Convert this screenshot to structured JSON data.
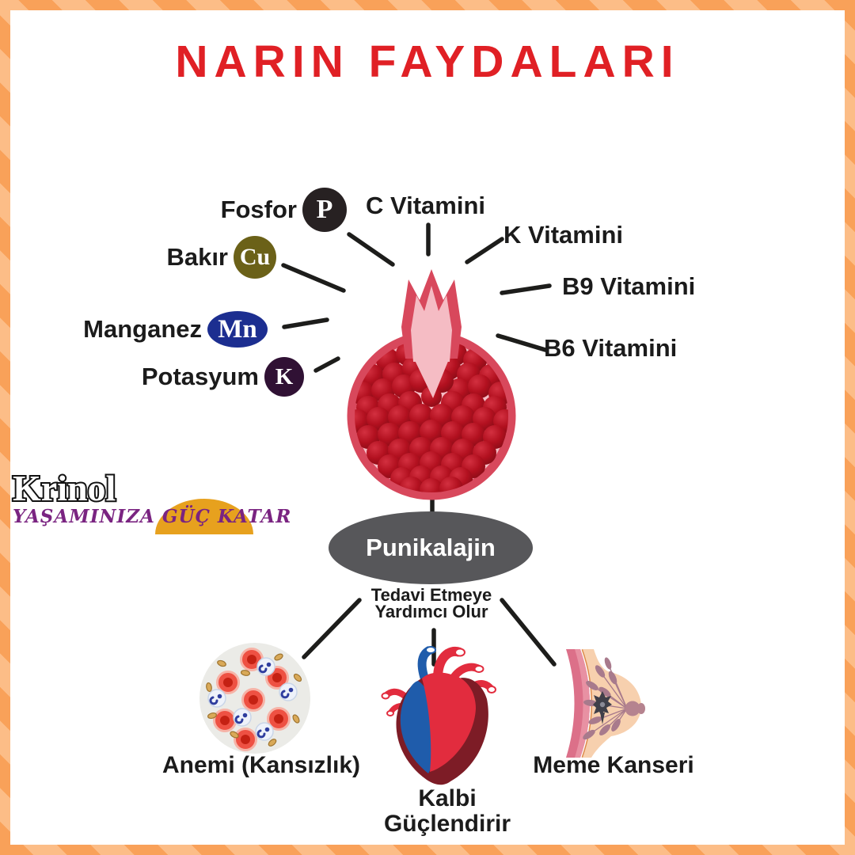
{
  "title": {
    "text": "NARIN FAYDALARI",
    "color": "#e02025"
  },
  "brand": {
    "name": "Krinol",
    "tagline": "YAŞAMINIZA GÜÇ KATAR",
    "tagline_color": "#7a2481",
    "dome_color": "#e7a11e"
  },
  "minerals": [
    {
      "label": "Fosfor",
      "symbol": "P",
      "badge_color": "#272122"
    },
    {
      "label": "Bakır",
      "symbol": "Cu",
      "badge_color": "#6b6118"
    },
    {
      "label": "Manganez",
      "symbol": "Mn",
      "badge_color": "#1c2e90"
    },
    {
      "label": "Potasyum",
      "symbol": "K",
      "badge_color": "#301134"
    }
  ],
  "vitamins": [
    {
      "label": "C Vitamini"
    },
    {
      "label": "K Vitamini"
    },
    {
      "label": "B9 Vitamini"
    },
    {
      "label": "B6 Vitamini"
    }
  ],
  "compound": {
    "name": "Punikalajin",
    "bg_color": "#57575a",
    "subtitle_line1": "Tedavi Etmeye",
    "subtitle_line2": "Yardımcı Olur"
  },
  "benefits": [
    {
      "label": "Anemi  (Kansızlık)",
      "icon": "blood-cells-icon"
    },
    {
      "label_line1": "Kalbi",
      "label_line2": "Güçlendirir",
      "icon": "anatomical-heart-icon"
    },
    {
      "label": "Meme Kanseri",
      "icon": "breast-icon"
    }
  ],
  "illustration": {
    "name": "pomegranate",
    "rind_color": "#d8485c",
    "flesh_color": "#f5bcc4",
    "seed_color": "#a31220"
  },
  "border": {
    "color_dark": "#f9a159",
    "color_light": "#fcbd87"
  },
  "line_color": "#1d1d1b"
}
